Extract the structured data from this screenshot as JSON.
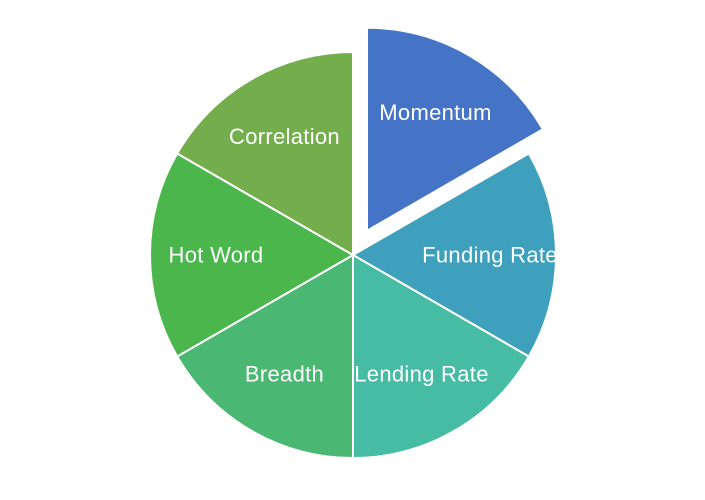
{
  "page": {
    "background_color": "#ffffff"
  },
  "chart_data": {
    "type": "pie",
    "title": "",
    "labels": [
      "Momentum",
      "Funding Rate",
      "Lending Rate",
      "Breadth",
      "Hot Word",
      "Correlation"
    ],
    "values": [
      16.67,
      16.67,
      16.67,
      16.67,
      16.67,
      16.67
    ],
    "colors": [
      "#4573C5",
      "#3FA0BD",
      "#45BCA3",
      "#4AB873",
      "#4AB64C",
      "#73AD4C"
    ],
    "slice_border_color": "#FFFFFF",
    "label_color": "#FFFFFF",
    "start_angle_deg": 0,
    "direction": "clockwise",
    "exploded_slice": "Momentum",
    "labels_position": "inside",
    "legend": "none",
    "grid": "off"
  }
}
